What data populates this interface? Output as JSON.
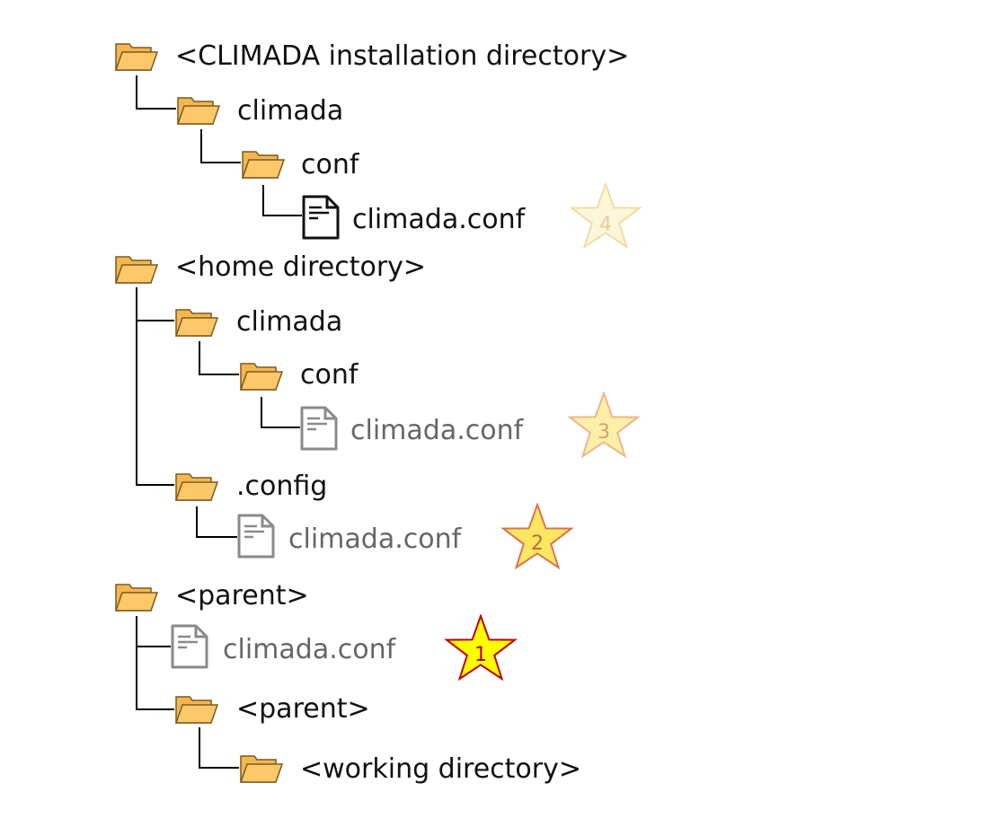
{
  "tree": {
    "nodes": [
      {
        "kind": "folder",
        "label": "<CLIMADA installation directory>",
        "state": "dir"
      },
      {
        "kind": "folder",
        "label": "climada",
        "state": "dir"
      },
      {
        "kind": "folder",
        "label": "conf",
        "state": "dir"
      },
      {
        "kind": "file",
        "label": "climada.conf",
        "state": "file-active"
      },
      {
        "kind": "folder",
        "label": "<home directory>",
        "state": "dir"
      },
      {
        "kind": "folder",
        "label": "climada",
        "state": "dir"
      },
      {
        "kind": "folder",
        "label": "conf",
        "state": "dir"
      },
      {
        "kind": "file",
        "label": "climada.conf",
        "state": "file-muted"
      },
      {
        "kind": "folder",
        "label": ".config",
        "state": "dir"
      },
      {
        "kind": "file",
        "label": "climada.conf",
        "state": "file-muted"
      },
      {
        "kind": "folder",
        "label": "<parent>",
        "state": "dir"
      },
      {
        "kind": "file",
        "label": "climada.conf",
        "state": "file-muted"
      },
      {
        "kind": "folder",
        "label": "<parent>",
        "state": "dir"
      },
      {
        "kind": "folder",
        "label": "<working directory>",
        "state": "dir"
      }
    ]
  },
  "priority_stars": [
    {
      "number": "4",
      "fill": "#fdf6d8",
      "stroke": "#f0dca8",
      "text_color": "#e6cf9a"
    },
    {
      "number": "3",
      "fill": "#fcf0a8",
      "stroke": "#f0b48a",
      "text_color": "#d8a070"
    },
    {
      "number": "2",
      "fill": "#fbe860",
      "stroke": "#e07050",
      "text_color": "#c06840"
    },
    {
      "number": "1",
      "fill": "#ffff00",
      "stroke": "#c00000",
      "text_color": "#b00000"
    }
  ],
  "colors": {
    "folder_fill": "#fcc86a",
    "folder_stroke": "#7a5a20",
    "line": "#000000",
    "file_active_stroke": "#111111",
    "file_muted_stroke": "#8a8a8a"
  },
  "icons": {
    "folder": "folder-open-icon",
    "file": "document-icon",
    "star": "star-icon"
  }
}
